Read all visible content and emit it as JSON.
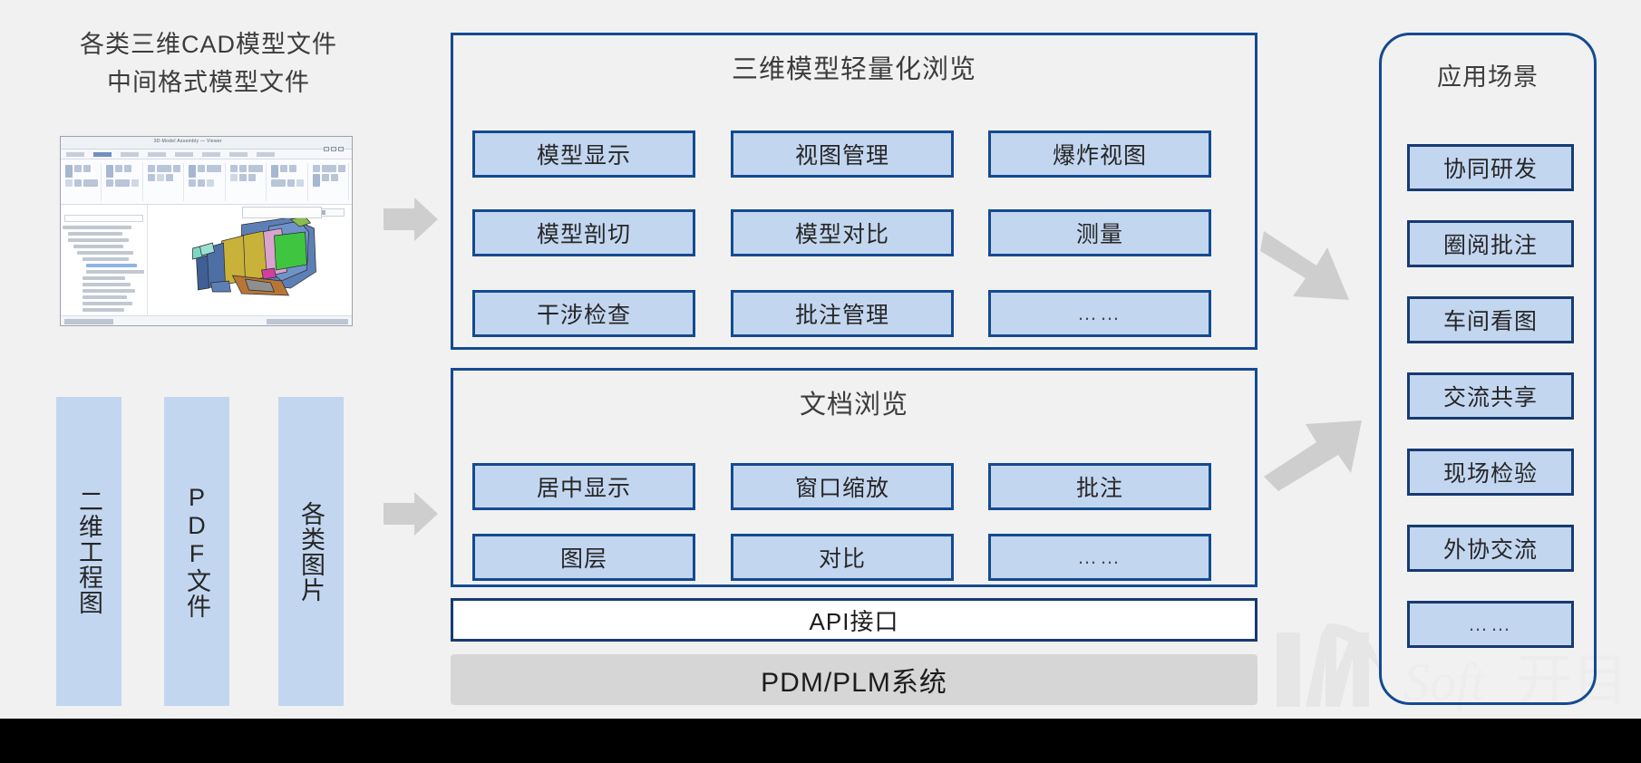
{
  "left": {
    "title_lines": [
      "各类三维CAD模型文件",
      "中间格式模型文件"
    ],
    "thumbnail_name": "cad-application-screenshot",
    "sources": [
      {
        "label": "二维工程图"
      },
      {
        "label": "PDF文件"
      },
      {
        "label": "各类图片"
      }
    ]
  },
  "panels": {
    "model_viewer": {
      "title": "三维模型轻量化浏览",
      "features": [
        "模型显示",
        "视图管理",
        "爆炸视图",
        "模型剖切",
        "模型对比",
        "测量",
        "干涉检查",
        "批注管理",
        "……"
      ]
    },
    "doc_viewer": {
      "title": "文档浏览",
      "features": [
        "居中显示",
        "窗口缩放",
        "批注",
        "图层",
        "对比",
        "……"
      ]
    }
  },
  "api_bar": {
    "label": "API接口"
  },
  "pdm_bar": {
    "label": "PDM/PLM系统"
  },
  "scenarios": {
    "title": "应用场景",
    "items": [
      "协同研发",
      "圈阅批注",
      "车间看图",
      "交流共享",
      "现场检验",
      "外协交流",
      "……"
    ]
  },
  "watermark": {
    "text": "KMSoft 开目"
  },
  "colors": {
    "page_background": "#f1f1f1",
    "panel_border": "#144a91",
    "cell_fill": "#c3d6f0",
    "cell_border": "#173b72",
    "arrow_gray": "#cecece",
    "pdm_fill": "#d6d6d6",
    "text": "#262626",
    "bottom_bar": "#000000"
  }
}
